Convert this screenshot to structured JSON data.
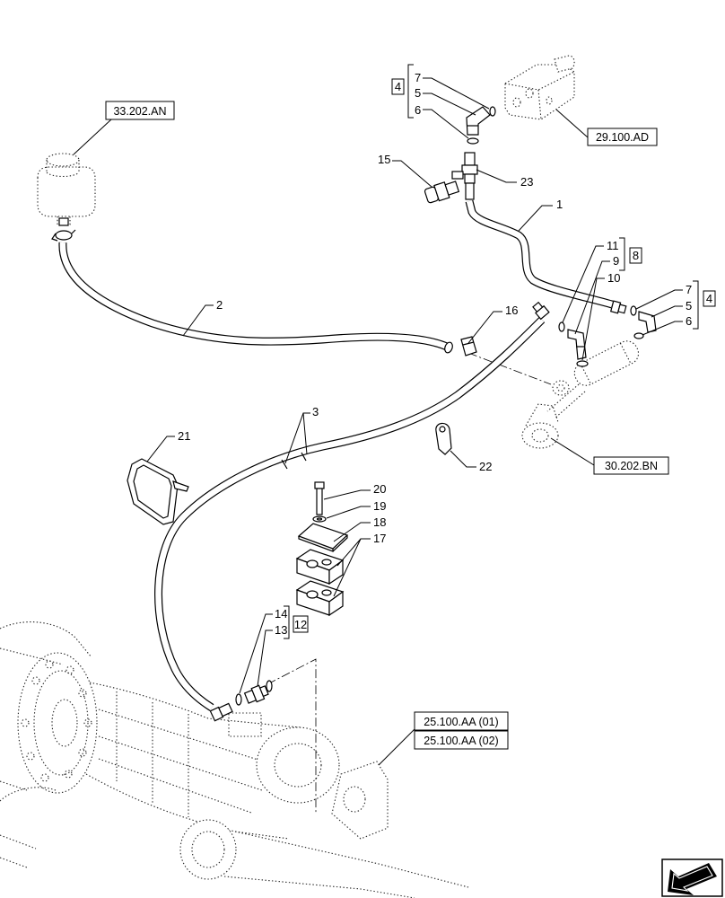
{
  "references": {
    "reservoir": "33.202.AN",
    "valve": "29.100.AD",
    "cylinder": "30.202.BN",
    "axle_01": "25.100.AA (01)",
    "axle_02": "25.100.AA (02)"
  },
  "kits": {
    "top_4": {
      "box": "4",
      "items": [
        "7",
        "5",
        "6"
      ]
    },
    "right_4": {
      "box": "4",
      "items": [
        "7",
        "5",
        "6"
      ]
    },
    "kit_8": {
      "box": "8",
      "items": [
        "11",
        "9",
        "10"
      ]
    },
    "kit_12": {
      "box": "12",
      "items": [
        "14",
        "13"
      ]
    }
  },
  "callouts": {
    "item_1": "1",
    "item_2": "2",
    "item_3": "3",
    "item_15": "15",
    "item_16": "16",
    "item_17": "17",
    "item_18": "18",
    "item_19": "19",
    "item_20": "20",
    "item_21": "21",
    "item_22": "22",
    "item_23": "23"
  },
  "icons": {
    "nav": "arrow-icon"
  }
}
